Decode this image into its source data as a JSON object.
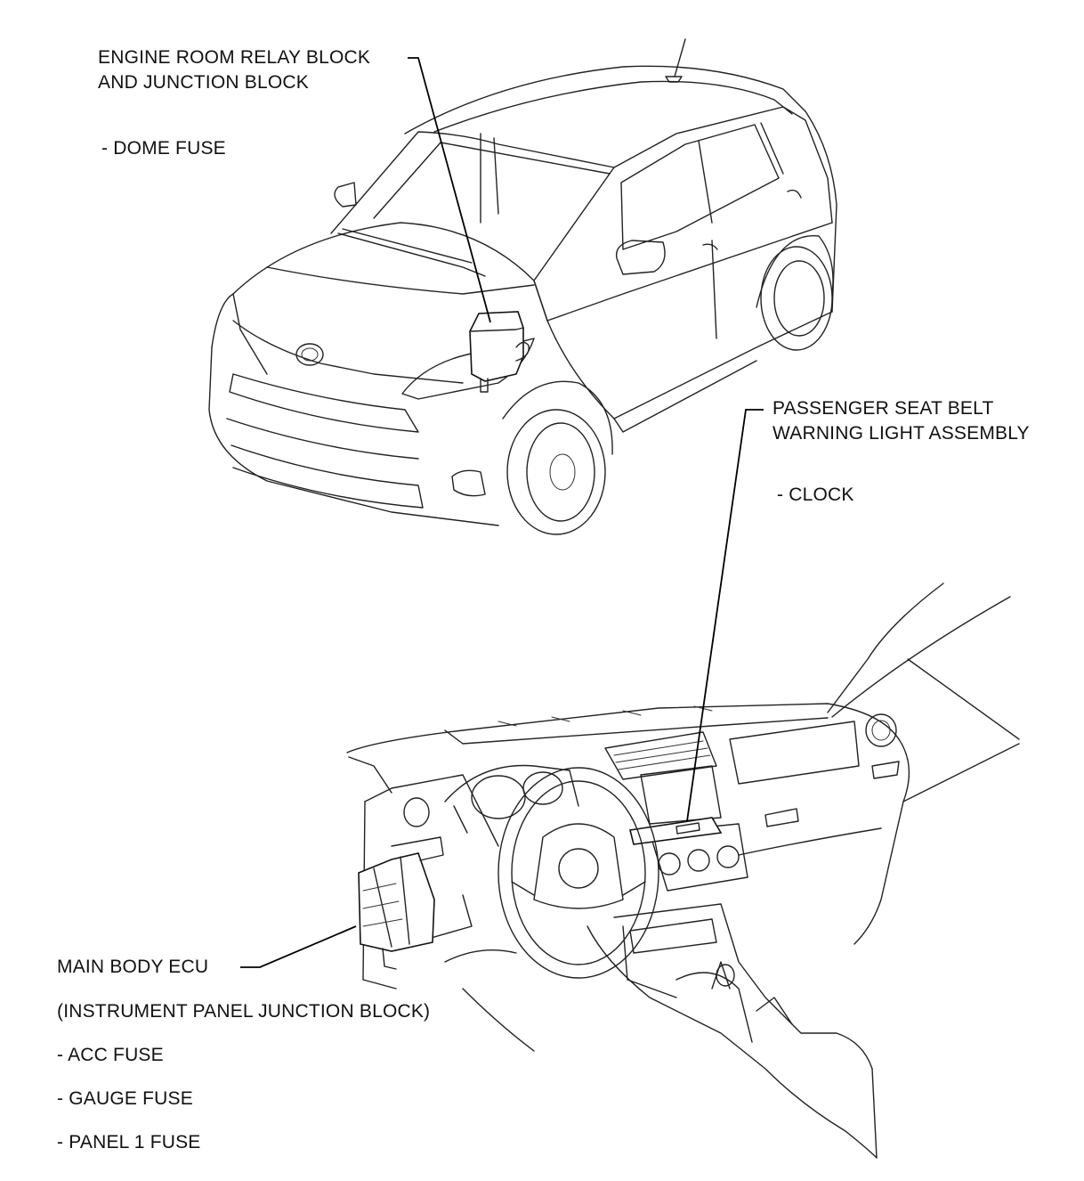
{
  "labels": {
    "engine_room_line1": "ENGINE ROOM RELAY BLOCK",
    "engine_room_line2": "AND JUNCTION BLOCK",
    "dome_fuse": "- DOME FUSE",
    "seat_belt_line1": "PASSENGER SEAT BELT",
    "seat_belt_line2": "WARNING LIGHT ASSEMBLY",
    "clock": "- CLOCK",
    "main_body_ecu": "MAIN BODY ECU",
    "ip_junction_block": "(INSTRUMENT PANEL JUNCTION BLOCK)",
    "acc_fuse": "- ACC FUSE",
    "gauge_fuse": "- GAUGE FUSE",
    "panel1_fuse": "- PANEL 1 FUSE"
  }
}
